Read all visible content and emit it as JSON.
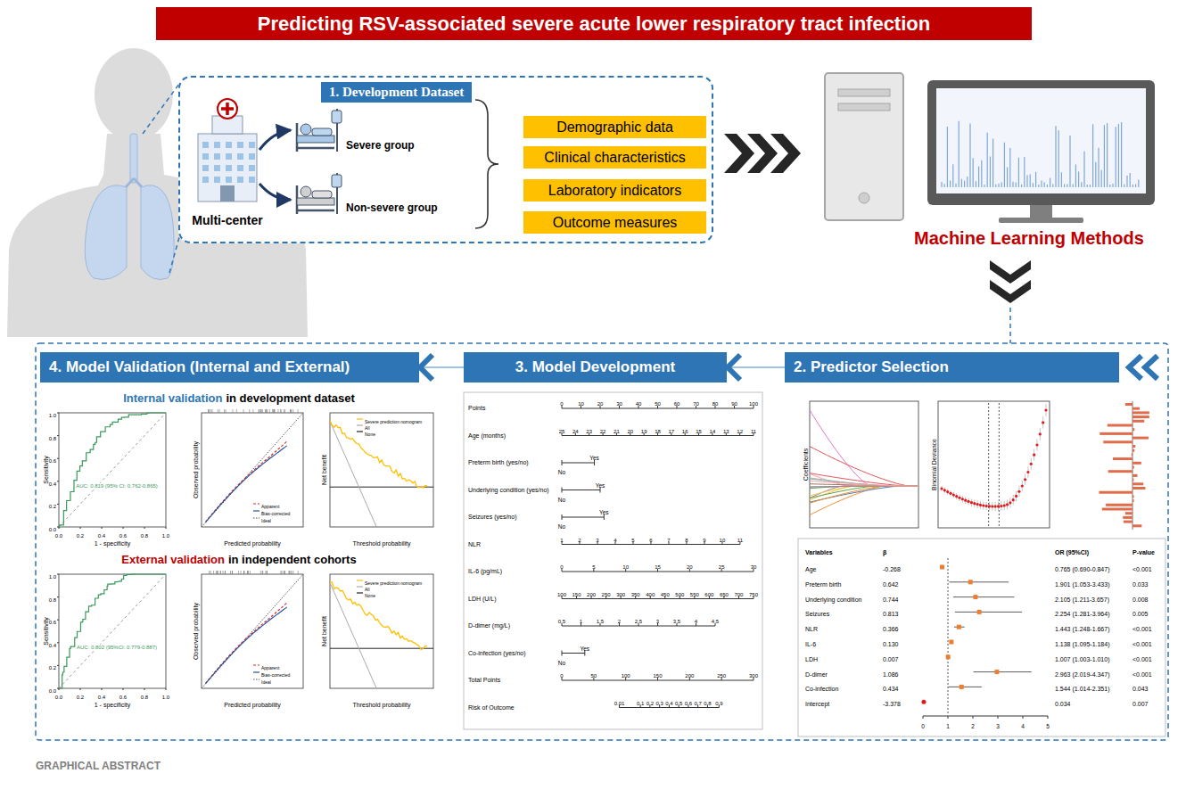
{
  "diagram": {
    "title": "Predicting RSV-associated severe acute lower respiratory tract infection",
    "nodes": [
      {
        "text": [
          "1. Development Dataset"
        ]
      },
      {
        "text": [
          "Demographic data"
        ],
        "in": 0
      },
      {
        "text": [
          "Clinical characteristics"
        ],
        "in": 0
      },
      {
        "text": [
          "Laboratory indicators"
        ],
        "in": 0
      },
      {
        "text": [
          "Outcome measures"
        ],
        "in": 0
      },
      {
        "text": [
          "2. Predictor Selection"
        ]
      },
      {
        "text": [
          "3. Model Development"
        ]
      },
      {
        "text": [
          "4. Model Validation (Internal and External)"
        ]
      }
    ],
    "edges": [
      {
        "from": 5,
        "to": 6,
        "arrow": "to"
      },
      {
        "from": 6,
        "to": 7,
        "arrow": "to"
      }
    ],
    "labels": [
      "Multi-center",
      "Severe group",
      "Non-severe group",
      "Machine Learning Methods",
      "Internal validation",
      "in development dataset",
      "AUC: 0.819 (95% CI: 0.762-0.865)",
      "Sensitivity",
      "1 - specificity",
      "0.0",
      "0.2",
      "0.4",
      "0.6",
      "0.8",
      "1.0",
      "0.0",
      "0.2",
      "0.4",
      "0.6",
      "0.8",
      "1.0",
      "Observed probability",
      "Predicted probability",
      "Net benefit",
      "Threshold probability",
      "External validation",
      "in independent cohorts",
      "AUC: 0.802 (95%CI: 0.779-0.887)",
      "Sensitivity",
      "1 - specificity",
      "0.0",
      "0.2",
      "0.4",
      "0.6",
      "0.8",
      "1.0",
      "0.0",
      "0.2",
      "0.4",
      "0.6",
      "0.8",
      "1.0",
      "Observed probability",
      "Predicted probability",
      "Net benefit",
      "Threshold probability",
      "Points",
      "0",
      "10",
      "20",
      "30",
      "40",
      "50",
      "60",
      "70",
      "80",
      "90",
      "100",
      "Age (months)",
      "25",
      "24",
      "23",
      "22",
      "21",
      "20",
      "19",
      "18",
      "17",
      "16",
      "15",
      "14",
      "13",
      "12",
      "11",
      "Preterm birth (yes/no)",
      "Yes",
      "No",
      "Underlying condition (yes/no)",
      "Yes",
      "No",
      "Seizures (yes/no)",
      "Yes",
      "No",
      "NLR",
      "1",
      "2",
      "3",
      "4",
      "5",
      "6",
      "7",
      "8",
      "9",
      "10",
      "11",
      "IL-6 (pg/mL)",
      "0",
      "5",
      "10",
      "15",
      "20",
      "25",
      "30",
      "LDH (U/L)",
      "100",
      "150",
      "200",
      "250",
      "300",
      "350",
      "400",
      "450",
      "500",
      "550",
      "600",
      "650",
      "700",
      "750",
      "D-dimer (mg/L)",
      "0.5",
      "1",
      "1.5",
      "2",
      "2.5",
      "3",
      "3.5",
      "4",
      "4.5",
      "Co-infection (yes/no)",
      "Yes",
      "No",
      "Total Points",
      "0",
      "50",
      "100",
      "150",
      "200",
      "250",
      "300",
      "Risk of Outcome",
      "0.01",
      "0.1",
      "0.2",
      "0.3",
      "0.4",
      "0.5",
      "0.6",
      "0.7",
      "0.8",
      "0.9",
      "Coefficients",
      "Binomial Deviance",
      "Variables",
      "β",
      "OR (95%CI)",
      "P-value",
      "Age",
      "-0.268",
      "0.765 (0.690-0.847)",
      "<0.001",
      "Preterm birth",
      "0.642",
      "1.901 (1.053-3.433)",
      "0.033",
      "Underlying condition",
      "0.744",
      "2.105 (1.211-3.657)",
      "0.008",
      "Seizures",
      "0.813",
      "2.254 (1.281-3.964)",
      "0.005",
      "NLR",
      "0.366",
      "1.443 (1.248-1.667)",
      "<0.001",
      "IL-6",
      "0.130",
      "1.138 (1.095-1.184)",
      "<0.001",
      "LDH",
      "0.007",
      "1.007 (1.003-1.010)",
      "<0.001",
      "D-dimer",
      "1.086",
      "2.963 (2.019-4.347)",
      "<0.001",
      "Co-infection",
      "0.434",
      "1.544 (1.014-2.351)",
      "0.043",
      "Intercept",
      "-3.378",
      "0.034",
      "0.007",
      "0",
      "1",
      "2",
      "3",
      "4",
      "5",
      "GRAPHICAL ABSTRACT"
    ],
    "legend": [
      {
        "text": "Apparent"
      },
      {
        "text": "Bias-corrected"
      },
      {
        "text": "Ideal"
      },
      {
        "text": "Severe prediction nomogram"
      },
      {
        "text": "All"
      },
      {
        "text": "None"
      },
      {
        "text": "Apparent"
      },
      {
        "text": "Bias-corrected"
      },
      {
        "text": "Ideal"
      },
      {
        "text": "Severe prediction nomogram"
      },
      {
        "text": "All"
      },
      {
        "text": "None"
      }
    ]
  }
}
